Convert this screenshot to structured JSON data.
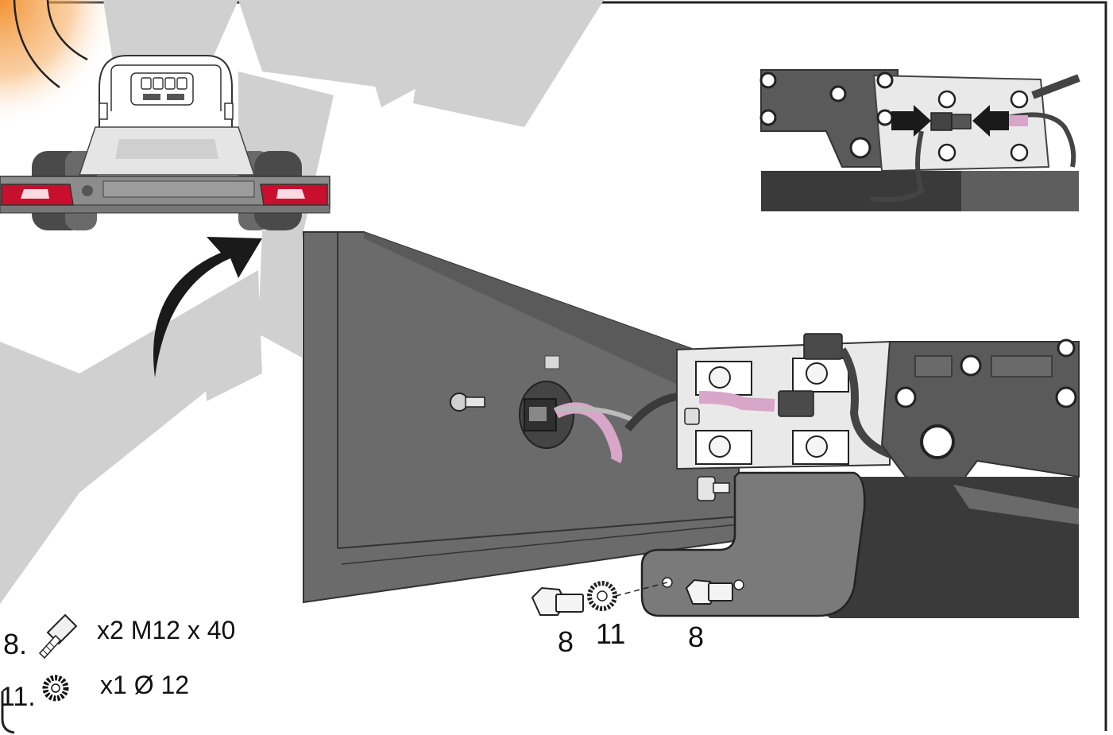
{
  "parts": [
    {
      "number": "8.",
      "icon": "bolt-icon",
      "quantity_text": "x2 M12 x 40"
    },
    {
      "number": "11.",
      "icon": "serrated-washer-icon",
      "quantity_text": "x1 Ø 12"
    }
  ],
  "callouts": [
    "8",
    "11",
    "8"
  ],
  "colors": {
    "accent_orange": "#f28c28",
    "dark_metal": "#5a5a5a",
    "bracket_grey": "#6f6f6f",
    "light_plate": "#ececec",
    "taillight_red": "#c8102e",
    "harness_pink": "#d7a6c8",
    "watermark_grey": "#cfcfcf"
  }
}
